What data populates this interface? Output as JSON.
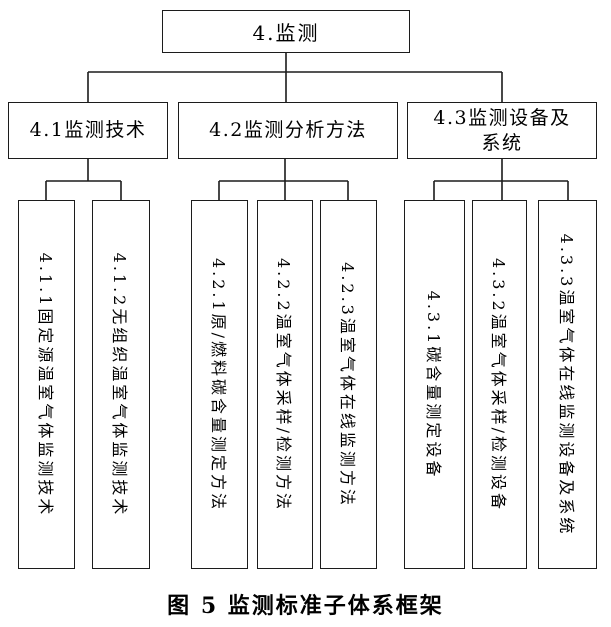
{
  "figure": {
    "caption": "图 5 监测标准子体系框架"
  },
  "tree": {
    "root": {
      "label": "4.监测"
    },
    "branches": [
      {
        "label": "4.1监测技术",
        "children": [
          "4.1.1固定源温室气体监测技术",
          "4.1.2无组织温室气体监测技术"
        ]
      },
      {
        "label": "4.2监测分析方法",
        "children": [
          "4.2.1原/燃料碳含量测定方法",
          "4.2.2温室气体采样/检测方法",
          "4.2.3温室气体在线监测方法"
        ]
      },
      {
        "label": "4.3监测设备及\n系统",
        "children": [
          "4.3.1碳含量测定设备",
          "4.3.2温室气体采样/检测设备",
          "4.3.3温室气体在线监测设备及系统"
        ]
      }
    ]
  },
  "colors": {
    "line": "#1c1c1c",
    "text": "#000000",
    "background": "#ffffff"
  }
}
